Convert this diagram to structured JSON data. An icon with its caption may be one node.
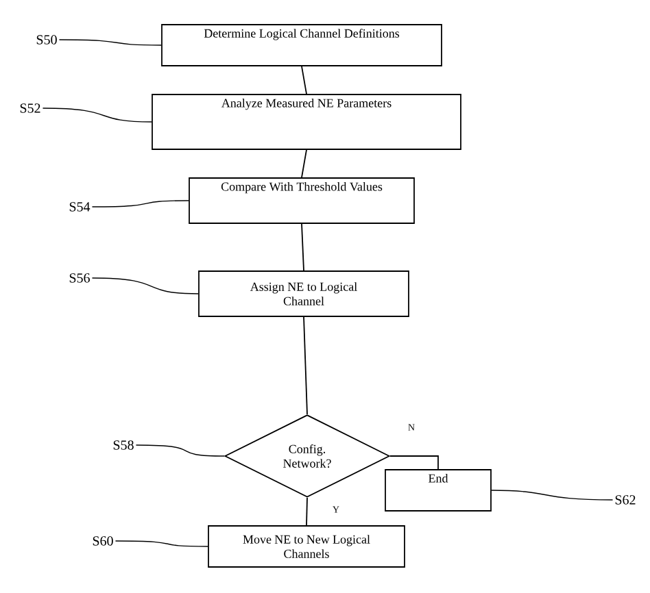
{
  "diagram": {
    "nodes": [
      {
        "text": [
          "Determine Logical Channel Definitions"
        ]
      },
      {
        "text": [
          "Analyze Measured NE Parameters"
        ]
      },
      {
        "text": [
          "Compare With Threshold Values"
        ]
      },
      {
        "text": [
          "Assign NE to Logical Channel"
        ]
      },
      {
        "text": [
          "Config. Network?"
        ]
      },
      {
        "text": [
          "End"
        ]
      },
      {
        "text": [
          "Move NE to New Logical Channels"
        ]
      },
      {
        "text": [
          "S50"
        ]
      },
      {
        "text": [
          "S52"
        ]
      },
      {
        "text": [
          "S54"
        ]
      },
      {
        "text": [
          "S56"
        ]
      },
      {
        "text": [
          "S58"
        ]
      },
      {
        "text": [
          "S60"
        ]
      },
      {
        "text": [
          "S62"
        ]
      }
    ],
    "edges": [
      {
        "from": 0,
        "to": 1,
        "arrow": "none"
      },
      {
        "from": 1,
        "to": 2,
        "arrow": "none"
      },
      {
        "from": 2,
        "to": 3,
        "arrow": "none"
      },
      {
        "from": 3,
        "to": 4,
        "arrow": "none"
      },
      {
        "from": 4,
        "to": 5,
        "arrow": "none",
        "label": "N"
      },
      {
        "from": 4,
        "to": 6,
        "arrow": "none",
        "label": "Y"
      },
      {
        "from": 7,
        "to": 0,
        "arrow": "none"
      },
      {
        "from": 8,
        "to": 1,
        "arrow": "none"
      },
      {
        "from": 9,
        "to": 2,
        "arrow": "none"
      },
      {
        "from": 10,
        "to": 3,
        "arrow": "none"
      },
      {
        "from": 11,
        "to": 4,
        "arrow": "none"
      },
      {
        "from": 12,
        "to": 6,
        "arrow": "none"
      },
      {
        "from": 13,
        "to": 5,
        "arrow": "none"
      }
    ]
  }
}
